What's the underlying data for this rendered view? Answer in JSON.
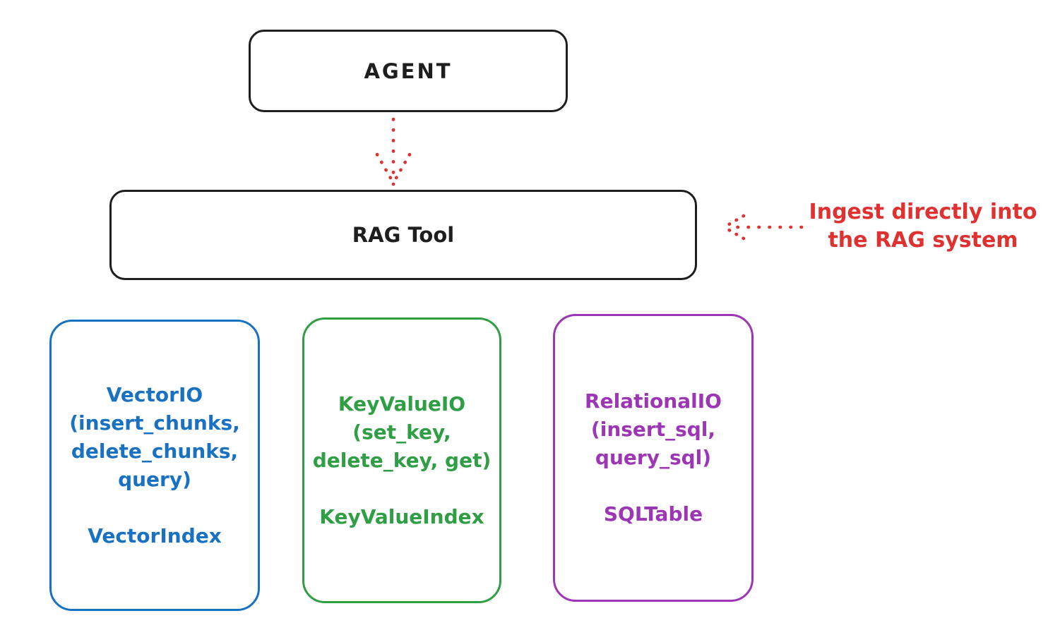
{
  "colors": {
    "ink": "#1e1e1e",
    "red": "#e03131",
    "blue": "#1971c2",
    "green": "#2f9e44",
    "purple": "#9c36b5",
    "background": "#ffffff"
  },
  "diagram": {
    "agent": {
      "label": "AGENT"
    },
    "rag_tool": {
      "label": "RAG Tool"
    },
    "annotation": {
      "text": "Ingest directly into\nthe RAG system"
    },
    "arrows": [
      {
        "name": "agent-to-rag-tool",
        "style": "dotted",
        "direction": "down",
        "color": "#e03131"
      },
      {
        "name": "ingest-into-rag-tool",
        "style": "dotted",
        "direction": "left",
        "color": "#e03131"
      }
    ],
    "storage_boxes": [
      {
        "id": "vector",
        "color": "#1971c2",
        "io_label": "VectorIO\n(insert_chunks,\ndelete_chunks,\nquery)",
        "index_label": "VectorIndex"
      },
      {
        "id": "keyvalue",
        "color": "#2f9e44",
        "io_label": "KeyValueIO\n(set_key,\ndelete_key, get)",
        "index_label": "KeyValueIndex"
      },
      {
        "id": "relational",
        "color": "#9c36b5",
        "io_label": "RelationalIO\n(insert_sql,\nquery_sql)",
        "index_label": "SQLTable"
      }
    ]
  }
}
